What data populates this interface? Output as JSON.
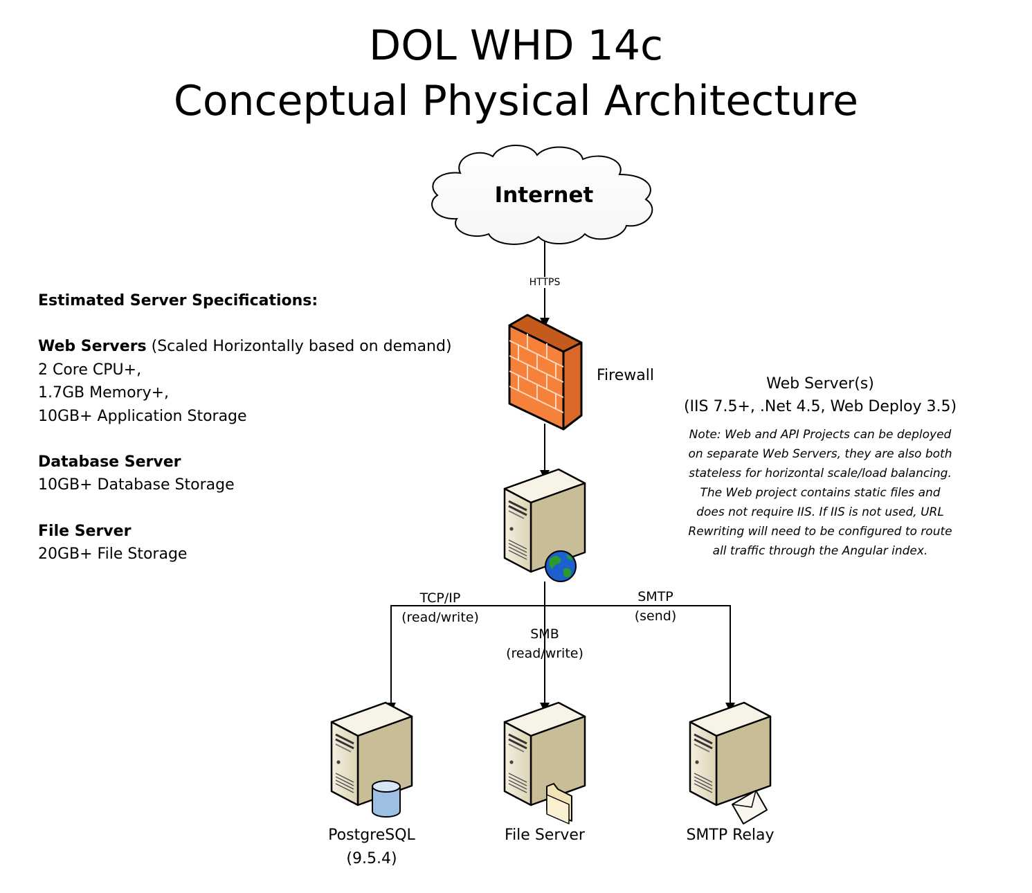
{
  "title": {
    "line1": "DOL WHD 14c",
    "line2": "Conceptual Physical Architecture"
  },
  "internet": {
    "label": "Internet"
  },
  "connections": {
    "https": "HTTPS",
    "tcpip": {
      "line1": "TCP/IP",
      "line2": "(read/write)"
    },
    "smb": {
      "line1": "SMB",
      "line2": "(read/write)"
    },
    "smtp": {
      "line1": "SMTP",
      "line2": "(send)"
    }
  },
  "firewall": {
    "label": "Firewall"
  },
  "web_server": {
    "title": "Web Server(s)",
    "subtitle": "(IIS 7.5+, .Net 4.5, Web Deploy  3.5)",
    "note": [
      "Note: Web and API Projects can be deployed",
      "on separate Web Servers, they are also both",
      "stateless for horizontal scale/load balancing.",
      "The Web project contains static files and",
      "does not require IIS. If IIS is not used, URL",
      "Rewriting will need to be configured to route",
      "all traffic through the Angular index."
    ]
  },
  "servers": {
    "postgres": {
      "line1": "PostgreSQL",
      "line2": "(9.5.4)"
    },
    "file_server": {
      "label": "File Server"
    },
    "smtp_relay": {
      "label": "SMTP Relay"
    }
  },
  "specs": {
    "heading": "Estimated Server Specifications:",
    "web": {
      "title": "Web Servers",
      "title_suffix": " (Scaled Horizontally based on demand)",
      "items": [
        "2 Core CPU+,",
        "1.7GB Memory+,",
        "10GB+ Application Storage"
      ]
    },
    "database": {
      "title": "Database Server",
      "items": [
        "10GB+ Database Storage"
      ]
    },
    "file": {
      "title": "File Server",
      "items": [
        "20GB+ File Storage"
      ]
    }
  },
  "colors": {
    "firewall_fill": "#f5813a",
    "firewall_dark": "#c45a1c",
    "server_body": "#e9e1c9",
    "server_side": "#b9ad8a",
    "globe_blue": "#1c5fcf",
    "globe_green": "#2c9a2c",
    "db_blue": "#9dbfe3",
    "folder": "#f2e3b6"
  }
}
